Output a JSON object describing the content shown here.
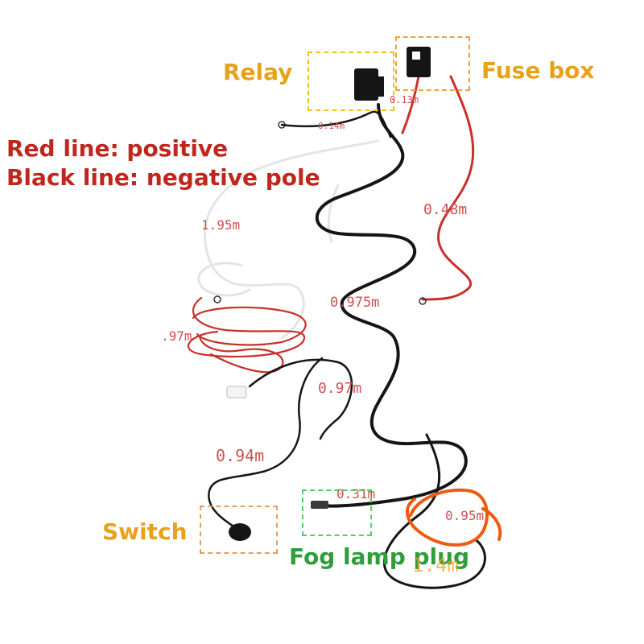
{
  "colors": {
    "label_orange": "#e8a21a",
    "legend_red": "#c0261c",
    "label_green": "#2f9e3a",
    "measurement": "#d05050",
    "box_yellow": "#f0c020",
    "box_orange": "#f0a040",
    "box_green": "#50d060",
    "box_tan": "#e0a060",
    "wire_black": "#151515",
    "wire_red": "#c8302a",
    "wire_white": "#e4e4e4",
    "highlight": "#f05a10"
  },
  "legend": {
    "red_line": "Red line: positive",
    "black_line": "Black line: negative pole"
  },
  "components": {
    "relay": "Relay",
    "fuse_box": "Fuse box",
    "switch": "Switch",
    "fog_lamp_plug": "Fog lamp plug"
  },
  "measurements": {
    "m013": "0.13m",
    "m014": "0.14m",
    "m195": "1.95m",
    "m048": "0.48m",
    "m0975": "0.975m",
    "m097a": ".97m",
    "m097b": "0.97m",
    "m094": "0.94m",
    "m031": "0.31m",
    "m095": "0.95m",
    "m14": "1.4m"
  }
}
